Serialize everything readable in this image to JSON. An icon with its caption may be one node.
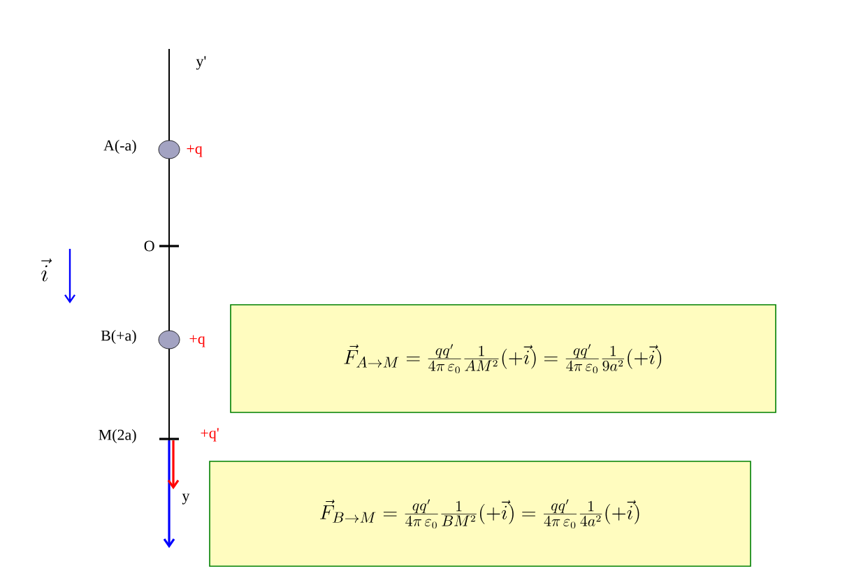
{
  "diagram": {
    "nodes": [
      {
        "text": [],
        "shape": "circle",
        "beside": [
          "A(-a)",
          "+q"
        ]
      },
      {
        "text": [],
        "shape": "circle",
        "beside": [
          "B(+a)",
          "+q"
        ]
      },
      {
        "text": [
          "\\vec{F}_{A\\to M}=\\frac{qq'}{4\\pi\\,\\varepsilon_0}\\frac{1}{AM^2}(+\\vec{i})=\\frac{qq'}{4\\pi\\,\\varepsilon_0}\\frac{1}{9a^2}(+\\vec{i})"
        ]
      },
      {
        "text": [
          "\\vec{F}_{B\\to M}=\\frac{qq'}{4\\pi\\,\\varepsilon_0}\\frac{1}{BM^2}(+\\vec{i})=\\frac{qq'}{4\\pi\\,\\varepsilon_0}\\frac{1}{4a^2}(+\\vec{i})"
        ]
      }
    ],
    "labels": [
      "y'",
      "O",
      "\\vec{i}",
      "M(2a)",
      "+q'",
      "y"
    ]
  }
}
